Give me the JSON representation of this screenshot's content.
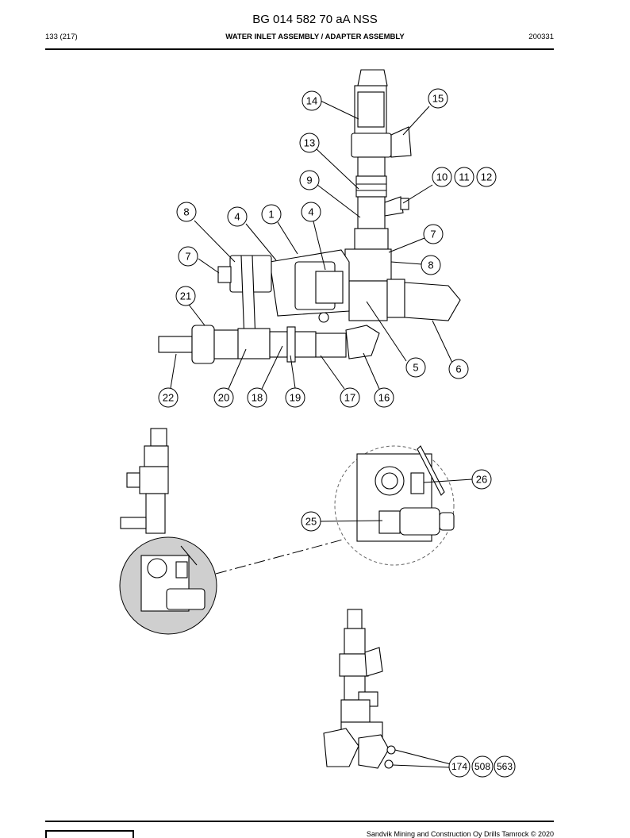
{
  "header": {
    "doc_number": "BG 014 582 70 aA NSS",
    "page": "133 (217)",
    "title": "WATER INLET ASSEMBLY / ADAPTER ASSEMBLY",
    "date_code": "200331"
  },
  "callouts": {
    "c1": "1",
    "c4a": "4",
    "c4b": "4",
    "c5": "5",
    "c6": "6",
    "c7a": "7",
    "c7b": "7",
    "c8a": "8",
    "c8b": "8",
    "c9": "9",
    "c10": "10",
    "c11": "11",
    "c12": "12",
    "c13": "13",
    "c14": "14",
    "c15": "15",
    "c16": "16",
    "c17": "17",
    "c18": "18",
    "c19": "19",
    "c20": "20",
    "c21": "21",
    "c22": "22",
    "c25": "25",
    "c26": "26",
    "c174": "174",
    "c508": "508",
    "c563": "563"
  },
  "footer": {
    "copyright": "Sandvik Mining and Construction Oy Drills Tamrock © 2020"
  }
}
